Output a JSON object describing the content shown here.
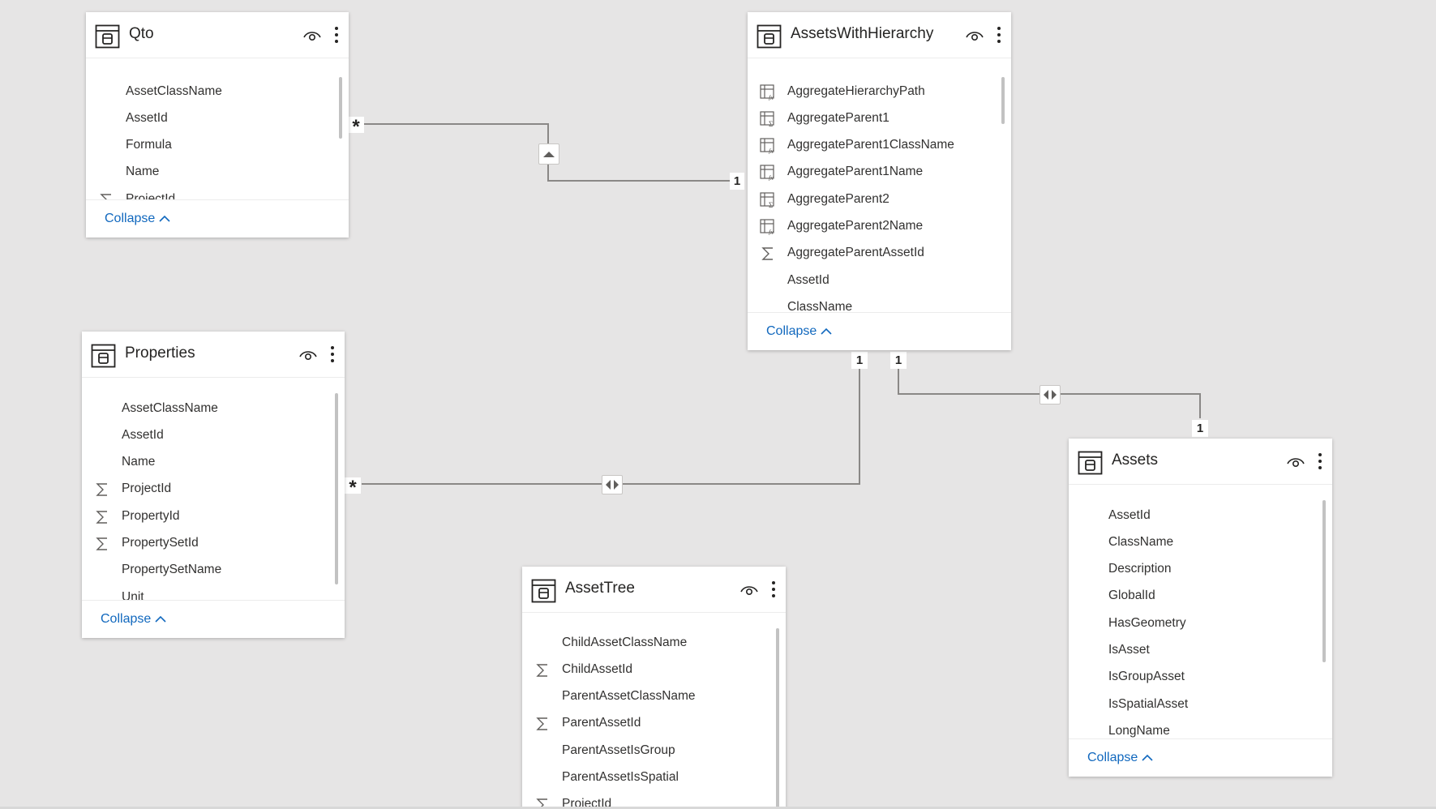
{
  "tables": {
    "qto": {
      "title": "Qto",
      "fields": [
        "AssetClassName",
        "AssetId",
        "Formula",
        "Name",
        "ProjectId"
      ],
      "collapse_label": "Collapse"
    },
    "assets_with_hierarchy": {
      "title": "AssetsWithHierarchy",
      "fields": [
        "AggregateHierarchyPath",
        "AggregateParent1",
        "AggregateParent1ClassName",
        "AggregateParent1Name",
        "AggregateParent2",
        "AggregateParent2Name",
        "AggregateParentAssetId",
        "AssetId",
        "ClassName"
      ],
      "collapse_label": "Collapse"
    },
    "properties": {
      "title": "Properties",
      "fields": [
        "AssetClassName",
        "AssetId",
        "Name",
        "ProjectId",
        "PropertyId",
        "PropertySetId",
        "PropertySetName",
        "Unit"
      ],
      "collapse_label": "Collapse"
    },
    "assets": {
      "title": "Assets",
      "fields": [
        "AssetId",
        "ClassName",
        "Description",
        "GlobalId",
        "HasGeometry",
        "IsAsset",
        "IsGroupAsset",
        "IsSpatialAsset",
        "LongName"
      ],
      "collapse_label": "Collapse"
    },
    "asset_tree": {
      "title": "AssetTree",
      "fields": [
        "ChildAssetClassName",
        "ChildAssetId",
        "ParentAssetClassName",
        "ParentAssetId",
        "ParentAssetIsGroup",
        "ParentAssetIsSpatial",
        "ProjectId"
      ]
    }
  },
  "relationships": {
    "one": "1",
    "many": "*"
  },
  "icons": {
    "table": "table-icon",
    "visibility": "eye-icon",
    "more": "more-options-icon",
    "sum": "sigma-icon",
    "calculated": "calculated-column-icon",
    "collapse": "chevron-up-icon",
    "single_direction": "arrow-up-icon",
    "both_directions": "bidirectional-arrow-icon"
  },
  "colors": {
    "canvas": "#e6e5e5",
    "card": "#ffffff",
    "link": "#1168be",
    "line": "#8a8886",
    "text": "#323130"
  }
}
